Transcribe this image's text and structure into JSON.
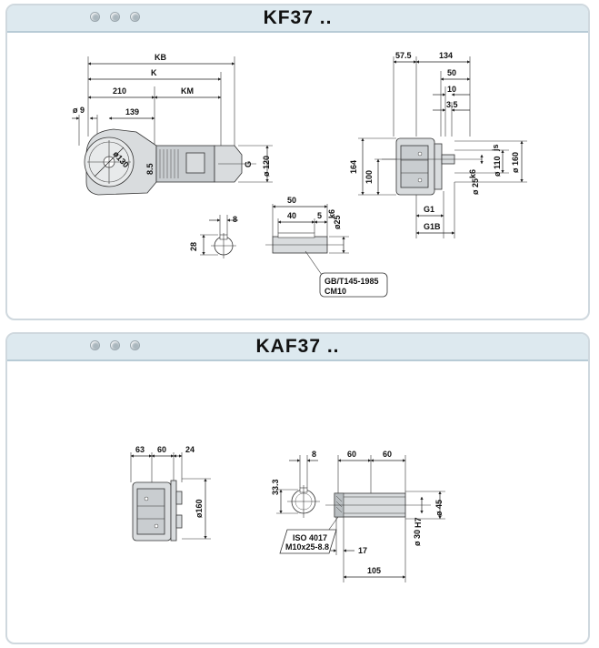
{
  "panel_top": {
    "title": "KF37 ..",
    "dims_side": {
      "kb": "KB",
      "k": "K",
      "d210": "210",
      "km": "KM",
      "phi9": "ø 9",
      "d139": "139",
      "phi130": "ø130",
      "d8_5": "8.5",
      "g": "G",
      "phi120": "ø 120"
    },
    "dims_key": {
      "d8": "8",
      "d28": "28"
    },
    "dims_shaft": {
      "d50": "50",
      "d40": "40",
      "d5": "5",
      "phi25k6": "ø25",
      "k6": "k6"
    },
    "note": {
      "line1": "GB/T145-1985",
      "line2": "CM10"
    },
    "dims_end": {
      "d57_5": "57.5",
      "d134": "134",
      "d50": "50",
      "d10": "10",
      "d3_5": "3.5",
      "d164": "164",
      "d100": "100",
      "phi110js": "ø 110",
      "js": "js",
      "phi160": "ø 160",
      "phi25k6": "ø 25",
      "k6": "k6",
      "g1": "G1",
      "g1b": "G1B"
    }
  },
  "panel_bottom": {
    "title": "KAF37 ..",
    "dims_end": {
      "d63": "63",
      "d60": "60",
      "d24": "24",
      "phi160": "ø160"
    },
    "dims_hollow": {
      "d8": "8",
      "d60a": "60",
      "d60b": "60",
      "d33_3": "33.3",
      "phi45": "ø 45",
      "phi30h7": "ø 30",
      "h7": "H7",
      "d17": "17",
      "d105": "105"
    },
    "note": {
      "line1": "ISO 4017",
      "line2": "M10x25-8.8"
    }
  }
}
